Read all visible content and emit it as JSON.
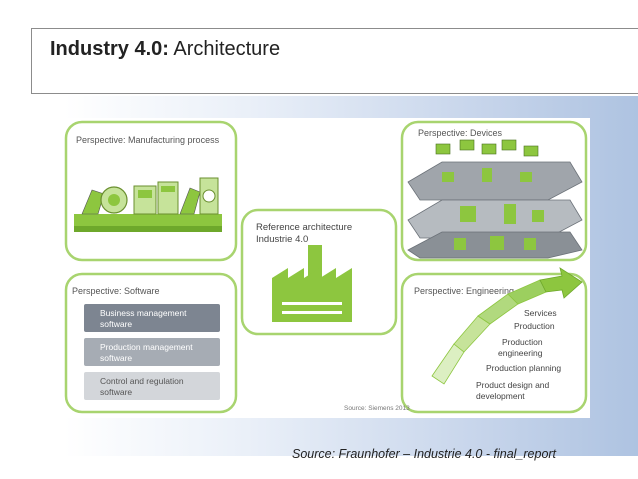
{
  "slide": {
    "title_bold": "Industry 4.0:",
    "title_rest": " Architecture",
    "source": "Source: Fraunhofer – Industrie 4.0 - final_report"
  },
  "diagram": {
    "center": {
      "line1": "Reference architecture",
      "line2": "Industrie 4.0"
    },
    "manufacturing": {
      "label": "Perspective: Manufacturing process"
    },
    "devices": {
      "label": "Perspective: Devices"
    },
    "software": {
      "label": "Perspective: Software",
      "layers": [
        {
          "line1": "Business management",
          "line2": "software"
        },
        {
          "line1": "Production management",
          "line2": "software"
        },
        {
          "line1": "Control and regulation",
          "line2": "software"
        }
      ]
    },
    "engineering": {
      "label": "Perspective: Engineering",
      "steps": [
        {
          "line1": "Services",
          "line2": ""
        },
        {
          "line1": "Production",
          "line2": ""
        },
        {
          "line1": "Production",
          "line2": "engineering"
        },
        {
          "line1": "Production planning",
          "line2": ""
        },
        {
          "line1": "Product design and",
          "line2": "development"
        }
      ]
    },
    "credit": "Source: Siemens 2013"
  },
  "colors": {
    "accent_green": "#8dc63f",
    "light_green": "#c6e39a",
    "frame_green": "#a8d46f",
    "layer_dark": "#7d8591",
    "layer_mid": "#a6acb4",
    "layer_light": "#d3d6da"
  }
}
